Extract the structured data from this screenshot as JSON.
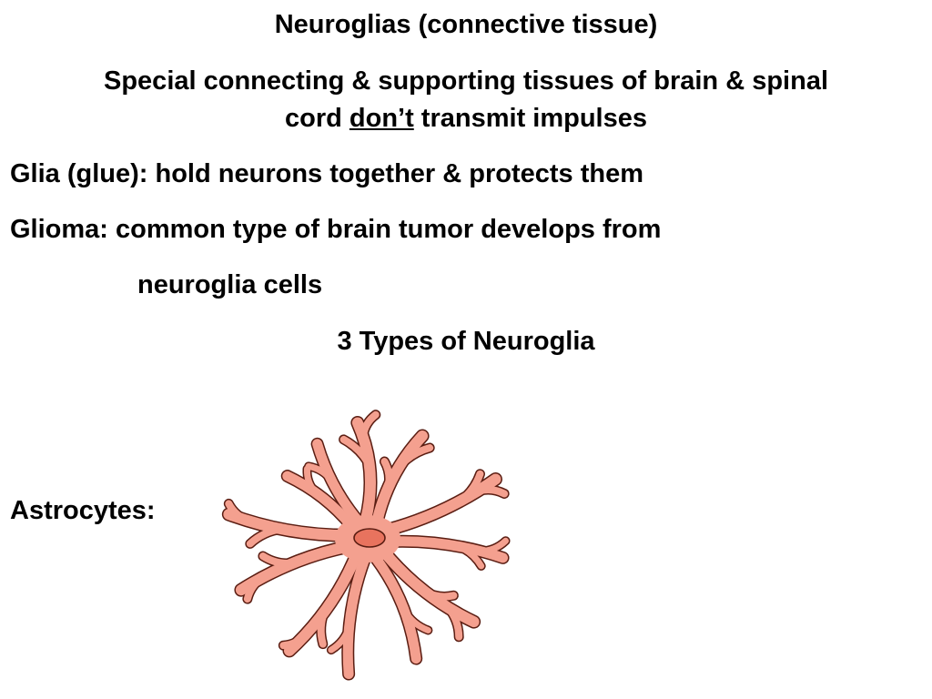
{
  "slide": {
    "title": "Neuroglias (connective tissue)",
    "special_line1": "Special connecting & supporting tissues of brain & spinal",
    "special_line2_prefix": "cord ",
    "special_line2_underlined": "don’t",
    "special_line2_suffix": " transmit impulses",
    "glia": "Glia (glue): hold neurons together & protects them",
    "glioma_line1": "Glioma: common type of brain tumor develops from",
    "glioma_line2": "neuroglia cells",
    "types_heading": "3 Types of Neuroglia",
    "astrocytes_label": "Astrocytes:"
  },
  "colors": {
    "cell_fill": "#f4a08f",
    "cell_stroke": "#5a1d12",
    "nucleus_fill": "#e8735e",
    "text": "#000000",
    "background": "#ffffff"
  }
}
